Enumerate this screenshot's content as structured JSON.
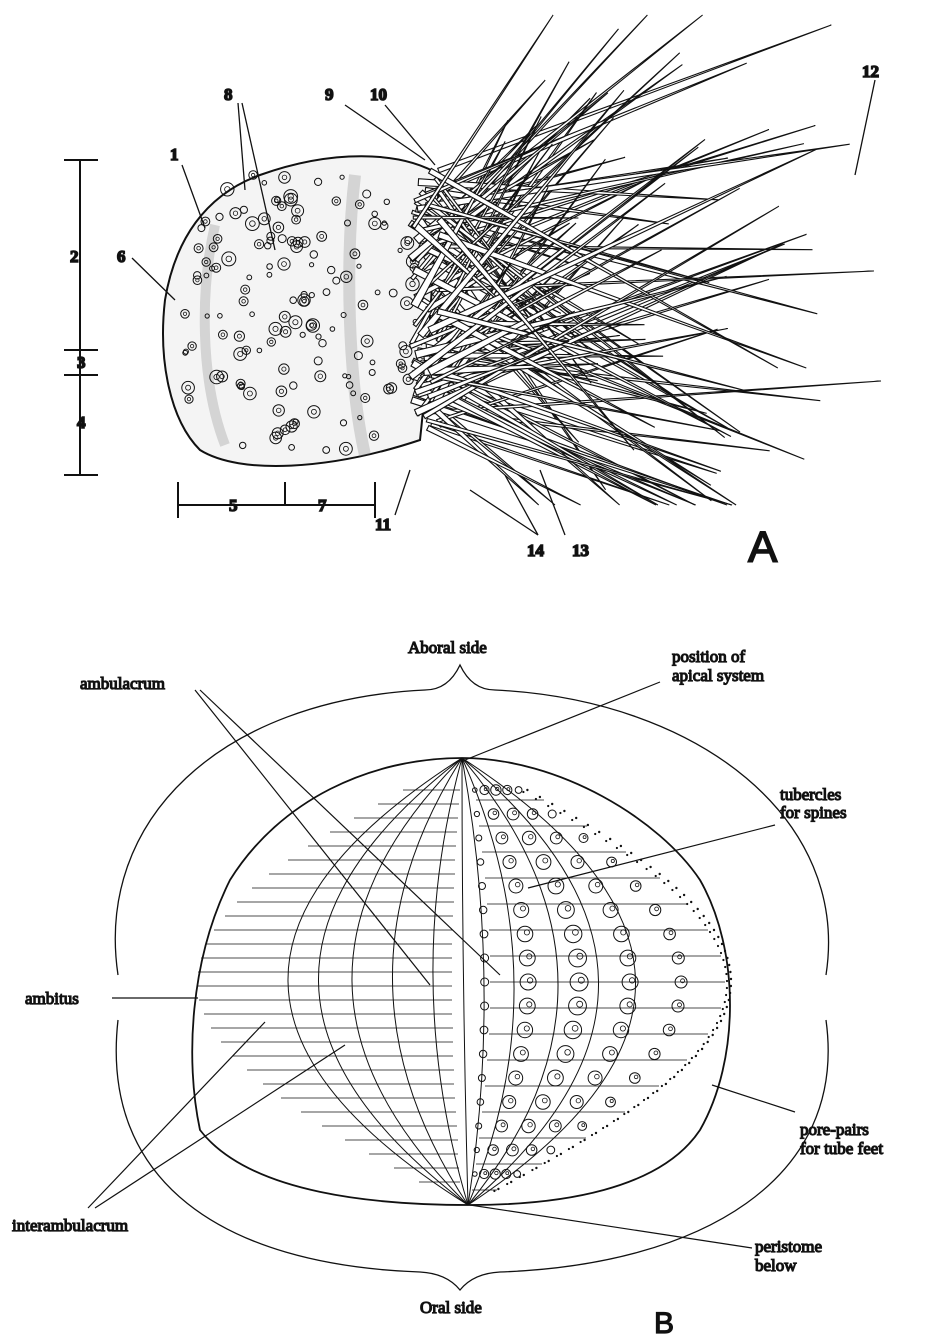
{
  "figure_a": {
    "panel_label": "A",
    "numbers": [
      "1",
      "2",
      "3",
      "4",
      "5",
      "6",
      "7",
      "8",
      "9",
      "10",
      "11",
      "12",
      "13",
      "14"
    ]
  },
  "figure_b": {
    "panel_label": "B",
    "labels": {
      "aboral_side": "Aboral side",
      "oral_side": "Oral side",
      "apical_line1": "position of",
      "apical_line2": "apical system",
      "ambulacrum": "ambulacrum",
      "tubercles_line1": "tubercles",
      "tubercles_line2": "for spines",
      "ambitus": "ambitus",
      "pore_line1": "pore-pairs",
      "pore_line2": "for tube feet",
      "interambulacrum": "interambulacrum",
      "peristome_line1": "peristome",
      "peristome_line2": "below"
    }
  },
  "colors": {
    "ink": "#111111",
    "paper": "#ffffff"
  }
}
